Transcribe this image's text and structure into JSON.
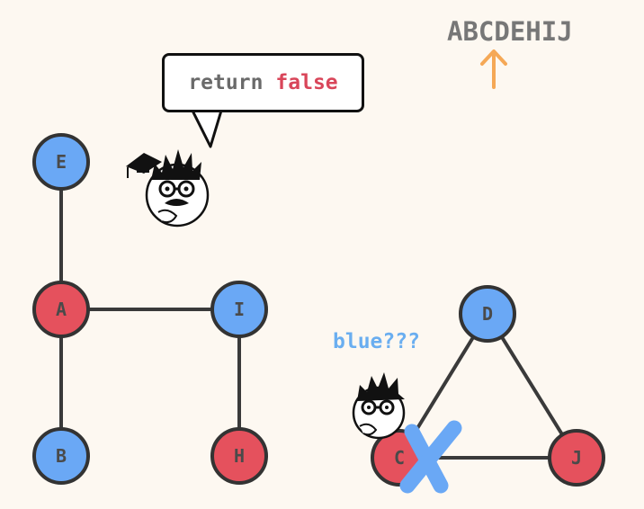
{
  "sequence": {
    "text": "ABCDEHIJ",
    "pointer_color": "#f5a856"
  },
  "speech_bubble": {
    "keyword": "return",
    "value": "false",
    "value_color": "#d9465a"
  },
  "annotation": {
    "text": "blue???",
    "color": "#6aaef0"
  },
  "colors": {
    "blue": "#6aa8f5",
    "red": "#e5515d",
    "edge": "#3a3a3a",
    "cross": "#6aa8f5"
  },
  "nodes": [
    {
      "id": "E",
      "label": "E",
      "color": "blue"
    },
    {
      "id": "A",
      "label": "A",
      "color": "red"
    },
    {
      "id": "I",
      "label": "I",
      "color": "blue"
    },
    {
      "id": "B",
      "label": "B",
      "color": "blue"
    },
    {
      "id": "H",
      "label": "H",
      "color": "red"
    },
    {
      "id": "D",
      "label": "D",
      "color": "blue"
    },
    {
      "id": "C",
      "label": "C",
      "color": "red"
    },
    {
      "id": "J",
      "label": "J",
      "color": "red"
    }
  ],
  "edges": [
    [
      "E",
      "A"
    ],
    [
      "A",
      "I"
    ],
    [
      "A",
      "B"
    ],
    [
      "I",
      "H"
    ],
    [
      "D",
      "C"
    ],
    [
      "D",
      "J"
    ],
    [
      "C",
      "J"
    ]
  ],
  "conflict": {
    "node": "C",
    "marked_crossed": true
  }
}
